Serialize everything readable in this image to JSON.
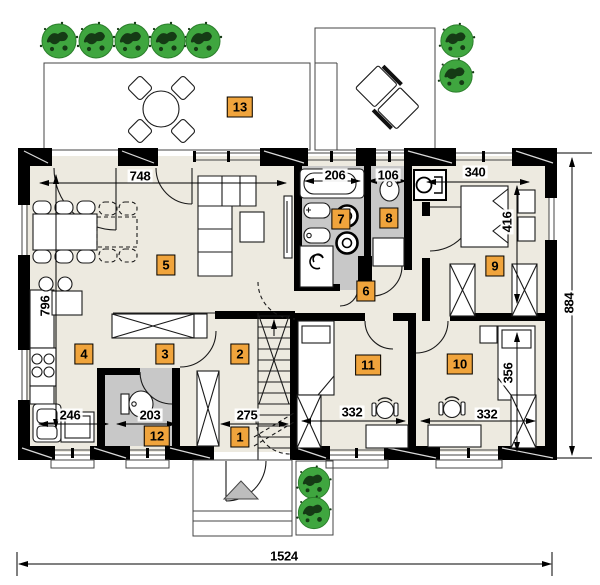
{
  "colors": {
    "label_bg": "#F0A43C",
    "floor": "#EDEAE0",
    "wet_floor": "#C8C8C8",
    "wall": "#000000",
    "bush_green": "#3FA63F",
    "entry_triangle": "#BDBDBD"
  },
  "room_labels": {
    "r1": "1",
    "r2": "2",
    "r3": "3",
    "r4": "4",
    "r5": "5",
    "r6": "6",
    "r7": "7",
    "r8": "8",
    "r9": "9",
    "r10": "10",
    "r11": "11",
    "r12": "12",
    "r13": "13"
  },
  "dimensions": {
    "living_width": "748",
    "bath_width": "206",
    "wc_width": "106",
    "bedroom9_width": "340",
    "bedroom9_length": "416",
    "left_side_height": "796",
    "kitchen_width": "246",
    "wc12_width": "203",
    "entry_width": "275",
    "bedroom11_width": "332",
    "bedroom10_width": "332",
    "bedroom10_length": "356",
    "building_height": "884",
    "building_width": "1524"
  }
}
